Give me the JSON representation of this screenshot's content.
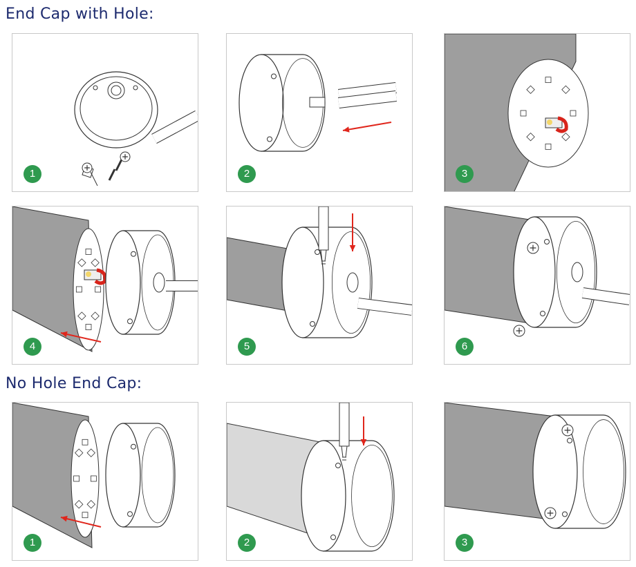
{
  "colors": {
    "title": "#1c2a6e",
    "badge": "#2f9a4f",
    "arrow": "#e0261c",
    "tube": "#9e9e9e",
    "outline": "#333333",
    "connector_red": "#d8241b",
    "led_yellow": "#f3d66a"
  },
  "sections": [
    {
      "title": "End Cap with Hole:",
      "steps": [
        {
          "number": "1",
          "scene": "cap-with-hole-screws-cable"
        },
        {
          "number": "2",
          "scene": "cable-into-cap"
        },
        {
          "number": "3",
          "scene": "tube-end-with-connector"
        },
        {
          "number": "4",
          "scene": "cap-onto-tube-with-cable"
        },
        {
          "number": "5",
          "scene": "screwdriver-fasten-cap-with-cable"
        },
        {
          "number": "6",
          "scene": "assembled-with-cable"
        }
      ]
    },
    {
      "title": "No Hole End Cap:",
      "steps": [
        {
          "number": "1",
          "scene": "cap-onto-tube"
        },
        {
          "number": "2",
          "scene": "screwdriver-fasten-cap"
        },
        {
          "number": "3",
          "scene": "assembled"
        }
      ]
    }
  ]
}
